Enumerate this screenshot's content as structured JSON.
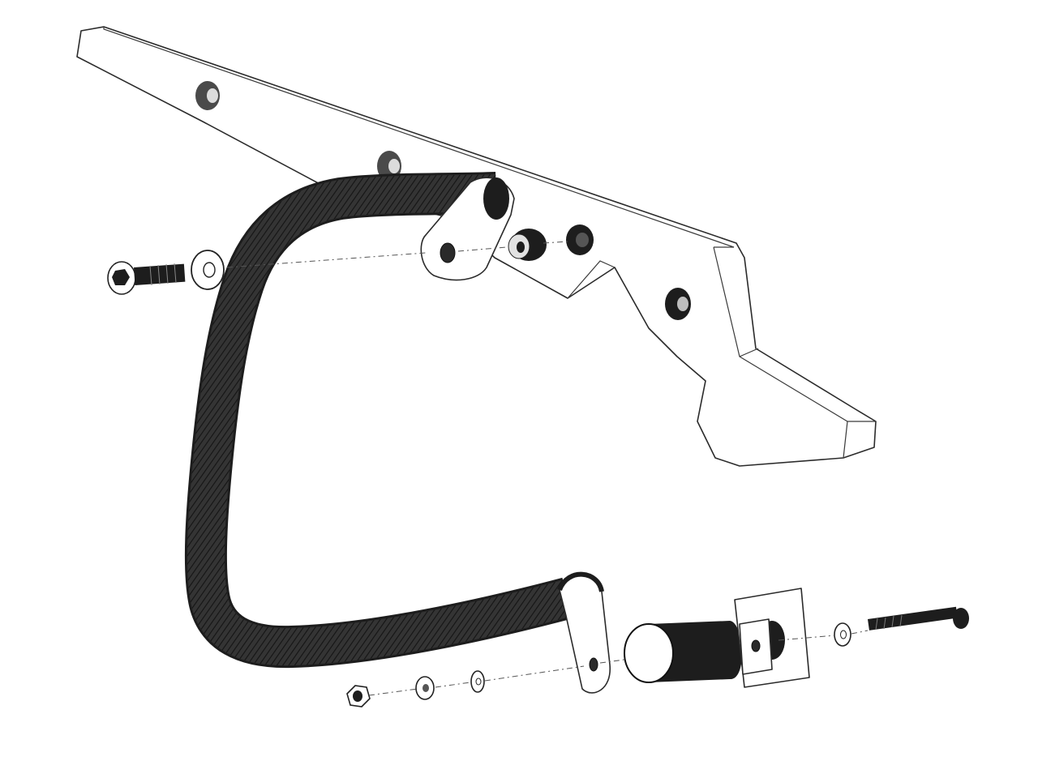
{
  "diagram": {
    "type": "exploded-assembly-line-drawing",
    "colors": {
      "line": "#2b2b2b",
      "tube": "#1d1d1d",
      "background": "#ffffff"
    },
    "parts": [
      {
        "id": "mounting-plate",
        "icon": "bracket-plate"
      },
      {
        "id": "crash-bar-tube",
        "icon": "bent-tube"
      },
      {
        "id": "upper-bolt",
        "icon": "socket-head-bolt"
      },
      {
        "id": "upper-washer",
        "icon": "flat-washer"
      },
      {
        "id": "upper-spacer",
        "icon": "cylindrical-spacer"
      },
      {
        "id": "upper-spacer-nut",
        "icon": "nut"
      },
      {
        "id": "plate-bosses",
        "icon": "threaded-boss",
        "count": 3
      },
      {
        "id": "lower-tab",
        "icon": "end-tab"
      },
      {
        "id": "lower-sleeve",
        "icon": "cylindrical-sleeve"
      },
      {
        "id": "lower-bracket",
        "icon": "square-clamp-bracket"
      },
      {
        "id": "lower-washer",
        "icon": "flat-washer"
      },
      {
        "id": "long-bolt",
        "icon": "long-socket-head-bolt"
      },
      {
        "id": "lower-nut",
        "icon": "hex-nut"
      },
      {
        "id": "lower-lock-washer",
        "icon": "lock-washer"
      },
      {
        "id": "lower-small-washer",
        "icon": "flat-washer"
      }
    ]
  }
}
